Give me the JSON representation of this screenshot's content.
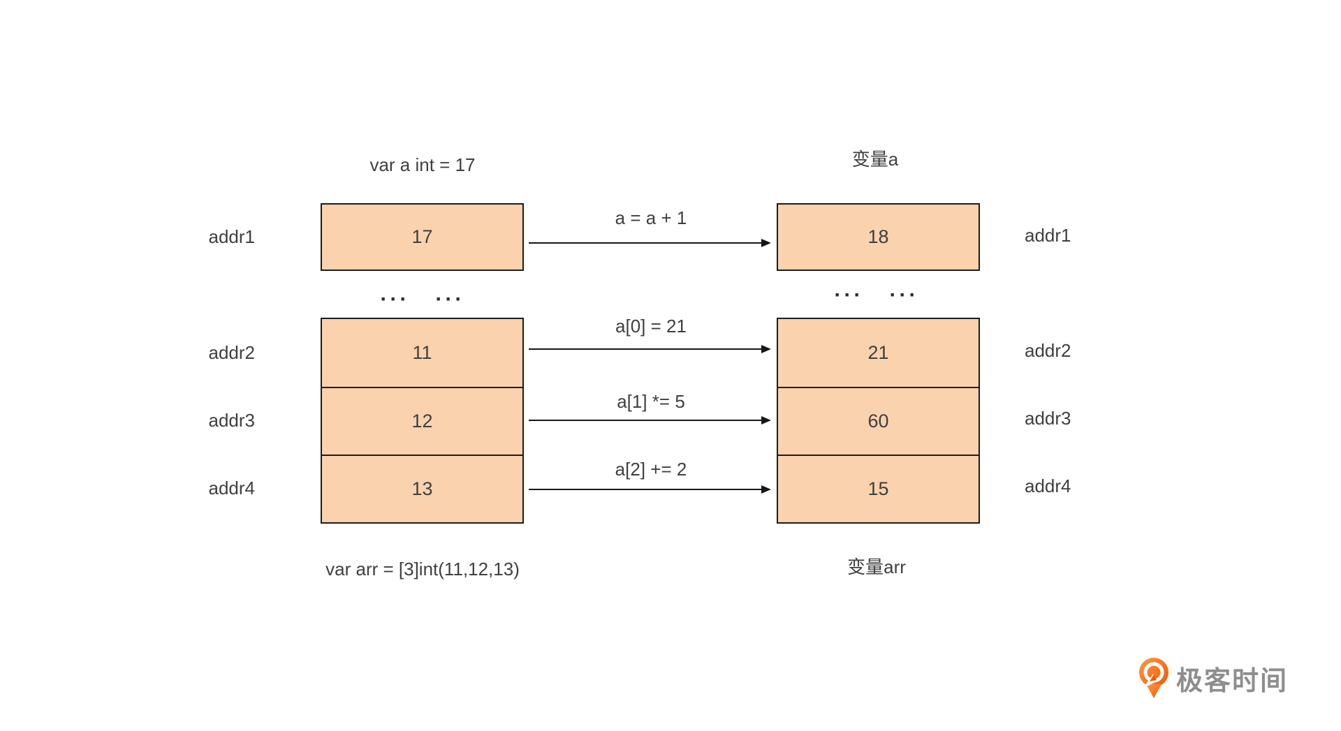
{
  "left_column": {
    "title": "var a int = 17",
    "scalar_cell": {
      "addr": "addr1",
      "value": "17"
    },
    "ellipsis": "···   ···",
    "array_cells": [
      {
        "addr": "addr2",
        "value": "11"
      },
      {
        "addr": "addr3",
        "value": "12"
      },
      {
        "addr": "addr4",
        "value": "13"
      }
    ],
    "caption": "var arr = [3]int(11,12,13)"
  },
  "right_column": {
    "title": "变量a",
    "scalar_cell": {
      "addr": "addr1",
      "value": "18"
    },
    "ellipsis": "···   ···",
    "array_cells": [
      {
        "addr": "addr2",
        "value": "21"
      },
      {
        "addr": "addr3",
        "value": "60"
      },
      {
        "addr": "addr4",
        "value": "15"
      }
    ],
    "caption": "变量arr"
  },
  "operations": [
    {
      "label": "a = a + 1"
    },
    {
      "label": "a[0] = 21"
    },
    {
      "label": "a[1] *= 5"
    },
    {
      "label": "a[2] += 2"
    }
  ],
  "branding": {
    "logo_text": "极客时间"
  },
  "colors": {
    "cell_fill": "#fad2ae",
    "cell_border": "#1c1c1c",
    "text": "#3f3f3f",
    "arrow": "#161616",
    "logo_orange": "#f3610b",
    "logo_gray": "#8e8e8e"
  }
}
